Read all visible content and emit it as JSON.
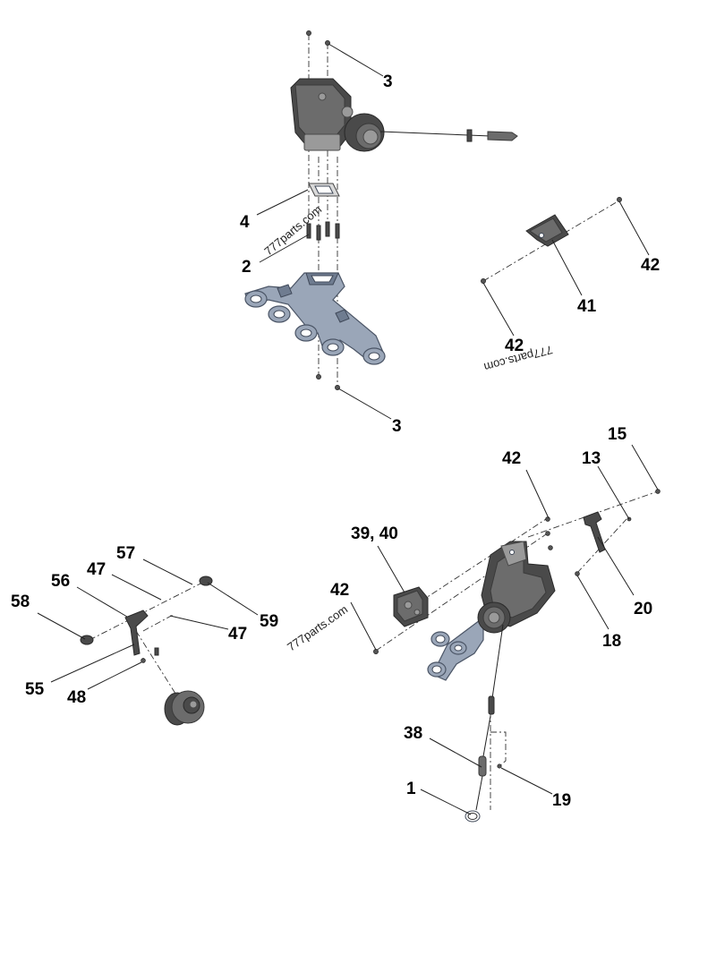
{
  "callouts": [
    {
      "id": "c-3-top",
      "text": "3"
    },
    {
      "id": "c-4",
      "text": "4"
    },
    {
      "id": "c-2",
      "text": "2"
    },
    {
      "id": "c-3-bottom",
      "text": "3"
    },
    {
      "id": "c-42-a",
      "text": "42"
    },
    {
      "id": "c-41",
      "text": "41"
    },
    {
      "id": "c-42-b",
      "text": "42"
    },
    {
      "id": "c-15",
      "text": "15"
    },
    {
      "id": "c-13",
      "text": "13"
    },
    {
      "id": "c-42-c",
      "text": "42"
    },
    {
      "id": "c-39-40",
      "text": "39, 40"
    },
    {
      "id": "c-42-d",
      "text": "42"
    },
    {
      "id": "c-20",
      "text": "20"
    },
    {
      "id": "c-18",
      "text": "18"
    },
    {
      "id": "c-57",
      "text": "57"
    },
    {
      "id": "c-47-a",
      "text": "47"
    },
    {
      "id": "c-56",
      "text": "56"
    },
    {
      "id": "c-58",
      "text": "58"
    },
    {
      "id": "c-59",
      "text": "59"
    },
    {
      "id": "c-47-b",
      "text": "47"
    },
    {
      "id": "c-55",
      "text": "55"
    },
    {
      "id": "c-48",
      "text": "48"
    },
    {
      "id": "c-38",
      "text": "38"
    },
    {
      "id": "c-1",
      "text": "1"
    },
    {
      "id": "c-19",
      "text": "19"
    }
  ],
  "watermarks": [
    {
      "id": "wm-1",
      "text": "777parts.com"
    },
    {
      "id": "wm-2",
      "text": "777parts.com"
    },
    {
      "id": "wm-3",
      "text": "777parts.com"
    }
  ]
}
